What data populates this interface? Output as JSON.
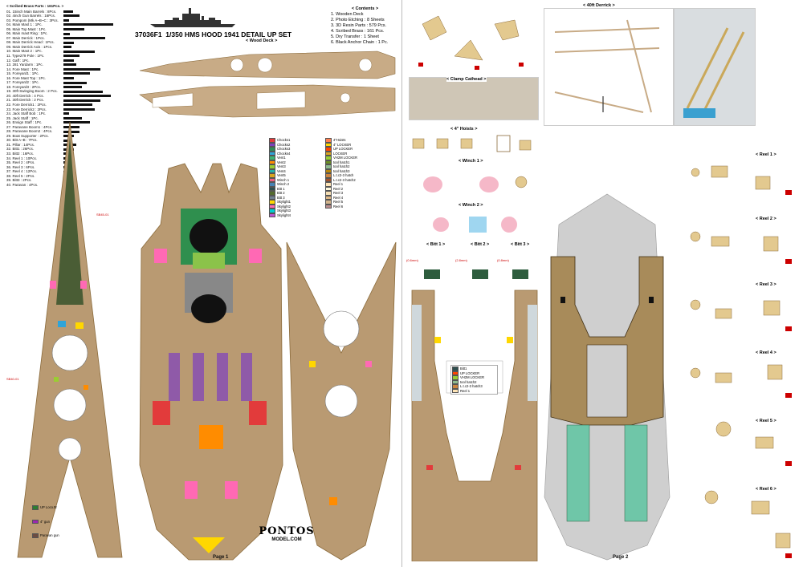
{
  "header": {
    "kit_code": "37036F1",
    "kit_title": "1/350 HMS HOOD 1941 DETAIL UP SET",
    "wood_deck_label": "< Wood Deck >"
  },
  "parts_list": {
    "title": "< Scribed Brass Parts : 161Pcs. >",
    "items": [
      "01. 15inch Main Barrels : 8Pcs.",
      "02. 4inch Gun Barrels : 16Pcs.",
      "03. Pompom (Mk A~B~C : 3Pcs.",
      "04. Main Mast 1 : 1Pc.",
      "05. Main Top Mast : 1Pc.",
      "06. Main mast Ring : 1Pc.",
      "07. Main Derrick : 1Pcs.",
      "08. Main Derrick Head : 1Pcs.",
      "09. Main Derrick Axis : 1Pcs.",
      "10. Main Mast 2 : 1Pc.",
      "11. Type279 Pole : 1Pc.",
      "12. Gaff : 1Pc.",
      "13. 281 Yardarm : 1Pc.",
      "14. Fore Mast : 1Pc.",
      "15. Foreyard1 : 1Pc.",
      "16. Fore Mast Top : 1Pc.",
      "17. Foreyard2 : 1Pc.",
      "18. Foreyard3 : 2Pcs.",
      "19. 30ft Swinging Boom : 2 Pcs.",
      "20. 40ft Derrick : 4 Pcs.",
      "21. 30ft Derrick : 2 Pcs.",
      "22. Fore Derrick1 : 2Pcs.",
      "23. Fore Derrick2 : 2Pcs.",
      "24. Jack Staff Bob : 1Pc.",
      "25. Jack Staff : 1Pc.",
      "26. Ensign Staff : 1Pc.",
      "27. Paravane Boom1 : 4Pcs.",
      "28. Paravane Boom2 : 4Pcs.",
      "29. Boat Supporter : 2Pcs.",
      "30. Bitt A~B : 7Pcs.",
      "31. Pillar : 14Pcs.",
      "32. Bitt1 : 26Pcs.",
      "33. Bitt2 : 16Pcs.",
      "34. Reel 1 : 10Pcs.",
      "35. Reel 2 : 4Pcs.",
      "36. Reel 3 : 6Pcs.",
      "37. Reel 4 : 12Pcs.",
      "38. Reel 5 : 2Pcs.",
      "39. Bitt3 : 2Pcs.",
      "40. Paravan : 4Pcs."
    ],
    "bar_fractions": [
      0.18,
      0.3,
      0.1,
      0.95,
      0.4,
      0.12,
      0.8,
      0.2,
      0.15,
      0.6,
      0.3,
      0.2,
      0.25,
      0.7,
      0.5,
      0.2,
      0.45,
      0.35,
      0.75,
      0.9,
      0.7,
      0.55,
      0.6,
      0.1,
      0.35,
      0.5,
      0.3,
      0.3,
      0.2,
      0.15,
      0.25,
      0.2,
      0.15,
      0.12,
      0.1,
      0.12,
      0.1,
      0.08,
      0.06,
      0.05
    ]
  },
  "contents": {
    "title": "< Contents >",
    "items": [
      "1. Wooden Deck",
      "2. Photo Etching : 8 Sheets",
      "3. 3D Resin Parts : 579 Pcs.",
      "4. Scribed Brass : 161 Pcs.",
      "5. Dry Transfer : 1 Sheet",
      "6. Black Anchor Chain : 1 Pc."
    ]
  },
  "legend_left": [
    {
      "label": "Chocks1",
      "color": "#e23b3b"
    },
    {
      "label": "Chocks2",
      "color": "#7d3fbf"
    },
    {
      "label": "Chocks3",
      "color": "#2e8b57"
    },
    {
      "label": "Chocks4",
      "color": "#2fa4d8"
    },
    {
      "label": "Vent1",
      "color": "#3cb371"
    },
    {
      "label": "Vent2",
      "color": "#ff8c00"
    },
    {
      "label": "Vent3",
      "color": "#9acd32"
    },
    {
      "label": "Vent4",
      "color": "#20b2aa"
    },
    {
      "label": "Vent5",
      "color": "#daa520"
    },
    {
      "label": "Winch 1",
      "color": "#f06080"
    },
    {
      "label": "Winch 2",
      "color": "#4682b4"
    },
    {
      "label": "Bitt 1",
      "color": "#2f4f4f"
    },
    {
      "label": "Bitt 2",
      "color": "#556b2f"
    },
    {
      "label": "Bitt 3",
      "color": "#708090"
    },
    {
      "label": "Skylight1",
      "color": "#ffd700"
    },
    {
      "label": "Skylight2",
      "color": "#ff69b4"
    },
    {
      "label": "Skylight3",
      "color": "#00ced1"
    },
    {
      "label": "Skylight4",
      "color": "#ba55d3"
    }
  ],
  "legend_right": [
    {
      "label": "4\"Hoists",
      "color": "#ff7f50"
    },
    {
      "label": "4\" LOCKER",
      "color": "#ffd700"
    },
    {
      "label": "UP LOCKER",
      "color": "#ff4500"
    },
    {
      "label": "LOCKER",
      "color": "#daa520"
    },
    {
      "label": "VH2M LOCKER",
      "color": "#9acd32"
    },
    {
      "label": "tool hatch1",
      "color": "#6b8e23"
    },
    {
      "label": "tool hatch2",
      "color": "#8fbc8f"
    },
    {
      "label": "tool hatch3",
      "color": "#b8860b"
    },
    {
      "label": "L.t.c2-3 hatch",
      "color": "#cd853f"
    },
    {
      "label": "L.t.c2-3 hatch2",
      "color": "#a0522d"
    },
    {
      "label": "Reel 1",
      "color": "#ffe4b5"
    },
    {
      "label": "Reel 2",
      "color": "#fff8dc"
    },
    {
      "label": "Reel 3",
      "color": "#f5deb3"
    },
    {
      "label": "Reel 4",
      "color": "#deb887"
    },
    {
      "label": "Reel 5",
      "color": "#d2b48c"
    },
    {
      "label": "Reel 6",
      "color": "#bc8f8f"
    }
  ],
  "page1": {
    "page_label": "Page 1",
    "brand_name": "PONTOS",
    "brand_url": "MODEL.COM",
    "lower_legend": [
      {
        "label": "UP Loco.ttr",
        "color": "#2e7d32"
      },
      {
        "label": "4\" gun",
        "color": "#9c27b0"
      },
      {
        "label": "Paravan gun",
        "color": "#6d4c41"
      }
    ]
  },
  "page2": {
    "page_label": "Page 2",
    "sections": [
      {
        "label": "< Clamp Cathead >"
      },
      {
        "label": "< 4\" Hoists >"
      },
      {
        "label": "< Winch 1 >"
      },
      {
        "label": "< Winch 2 >"
      },
      {
        "label": "< Bitt 1 >"
      },
      {
        "label": "< Bitt 2 >"
      },
      {
        "label": "< Bitt 3 >"
      },
      {
        "label": "< 40ft Derrick >"
      },
      {
        "label": "< Reel 1 >"
      },
      {
        "label": "< Reel 2 >"
      },
      {
        "label": "< Reel 3 >"
      },
      {
        "label": "< Reel 4 >"
      },
      {
        "label": "< Reel 5 >"
      },
      {
        "label": "< Reel 6 >"
      }
    ],
    "mini_legend": [
      "Bitt1",
      "UP LOCKER",
      "VH2M LOCKER",
      "tool hatch2",
      "L.t.c2-3 hatch3",
      "Reel 1"
    ],
    "bitt_dims": [
      "(0.6mm)",
      "(2.8mm)",
      "(0.8mm)"
    ],
    "colors": {
      "deck": "#b99a72",
      "deck_dark": "#8a6a3a",
      "grey_hull": "#cfcfcf",
      "green": "#3f8f6a",
      "teal": "#6fc6a8"
    }
  }
}
